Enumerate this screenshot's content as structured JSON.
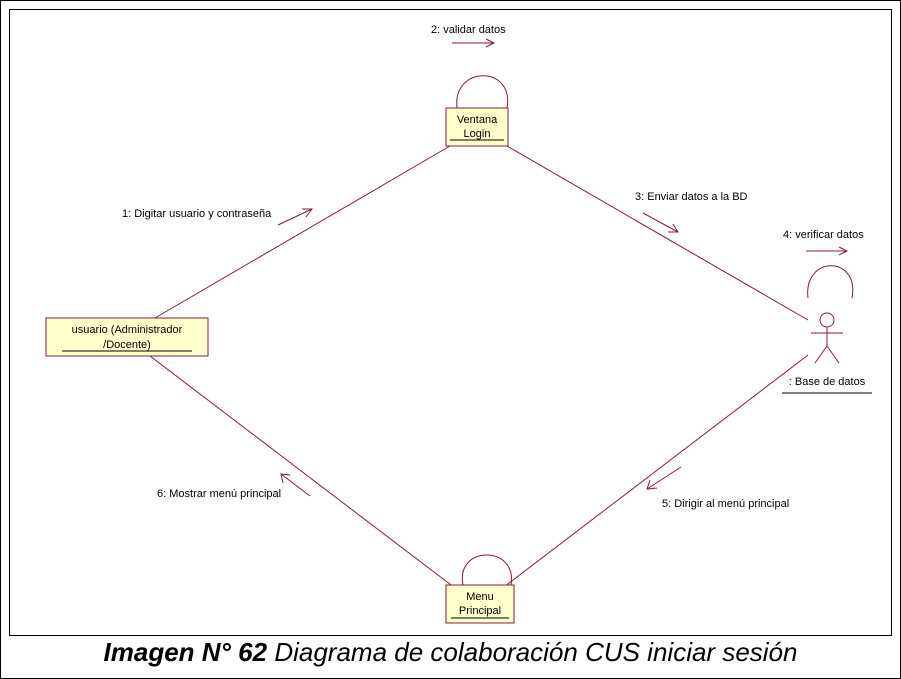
{
  "diagram": {
    "objects": {
      "ventana": {
        "line1": "Ventana",
        "line2": "Login"
      },
      "usuario": {
        "line1": "usuario (Administrador",
        "line2": "/Docente)"
      },
      "menu": {
        "line1": "Menu",
        "line2": "Principal"
      },
      "actor": {
        "label": ": Base de datos"
      }
    },
    "messages": {
      "m1": "1: Digitar usuario y contraseña",
      "m2": "2: validar datos",
      "m3": "3: Enviar datos a la BD",
      "m4": "4: verificar datos",
      "m5": "5: Dirigir al menú principal",
      "m6": "6: Mostrar menú principal"
    },
    "colors": {
      "line": "#8b1a3a",
      "box_fill": "#ffffcc",
      "box_border": "#8b1a3a"
    }
  },
  "caption": {
    "bold": "Imagen N° 62",
    "rest": " Diagrama de colaboración CUS iniciar sesión"
  }
}
